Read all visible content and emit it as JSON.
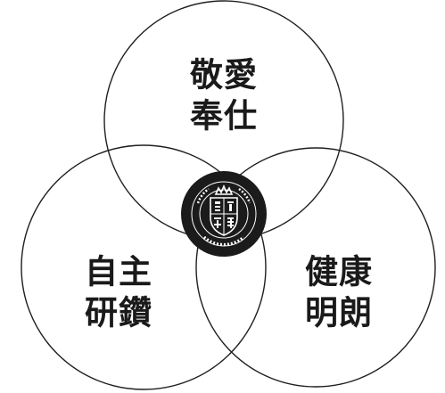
{
  "diagram": {
    "top": {
      "line1": "敬愛",
      "line2": "奉仕"
    },
    "left": {
      "line1": "自主",
      "line2": "研鑽"
    },
    "right": {
      "line1": "健康",
      "line2": "明朗"
    },
    "center": {
      "icon": "school-crest-icon"
    }
  }
}
